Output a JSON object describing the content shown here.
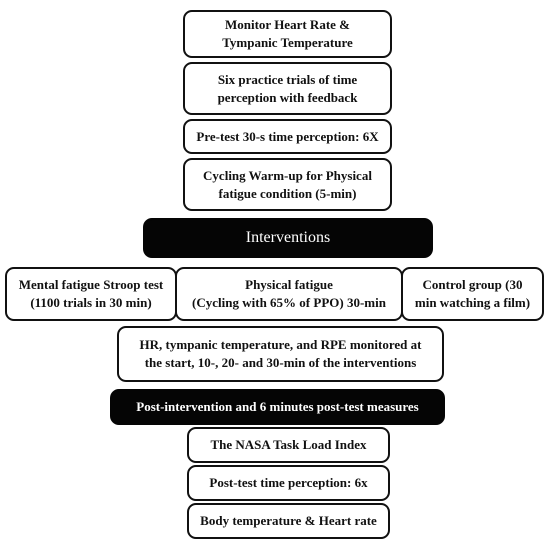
{
  "steps": {
    "monitor": "Monitor Heart Rate &\nTympanic Temperature",
    "practice": "Six practice trials of time\nperception with feedback",
    "pretest": "Pre-test 30-s time perception: 6X",
    "warmup": "Cycling Warm-up for Physical\nfatigue condition (5-min)",
    "interventions": "Interventions",
    "mental": "Mental fatigue Stroop test\n(1100 trials in 30 min)",
    "physical": "Physical fatigue\n(Cycling with 65% of PPO) 30-min",
    "control": "Control group (30\nmin watching a film)",
    "monitoring": "HR, tympanic temperature, and RPE monitored at\nthe start, 10-, 20- and 30-min of the interventions",
    "post_header": "Post-intervention and 6 minutes post-test measures",
    "nasa": "The NASA Task Load Index",
    "posttest": "Post-test time perception: 6x",
    "body_temp": "Body temperature & Heart rate"
  },
  "colors": {
    "border": "#111111",
    "dark_fill": "#050505",
    "light_fill": "#ffffff"
  }
}
